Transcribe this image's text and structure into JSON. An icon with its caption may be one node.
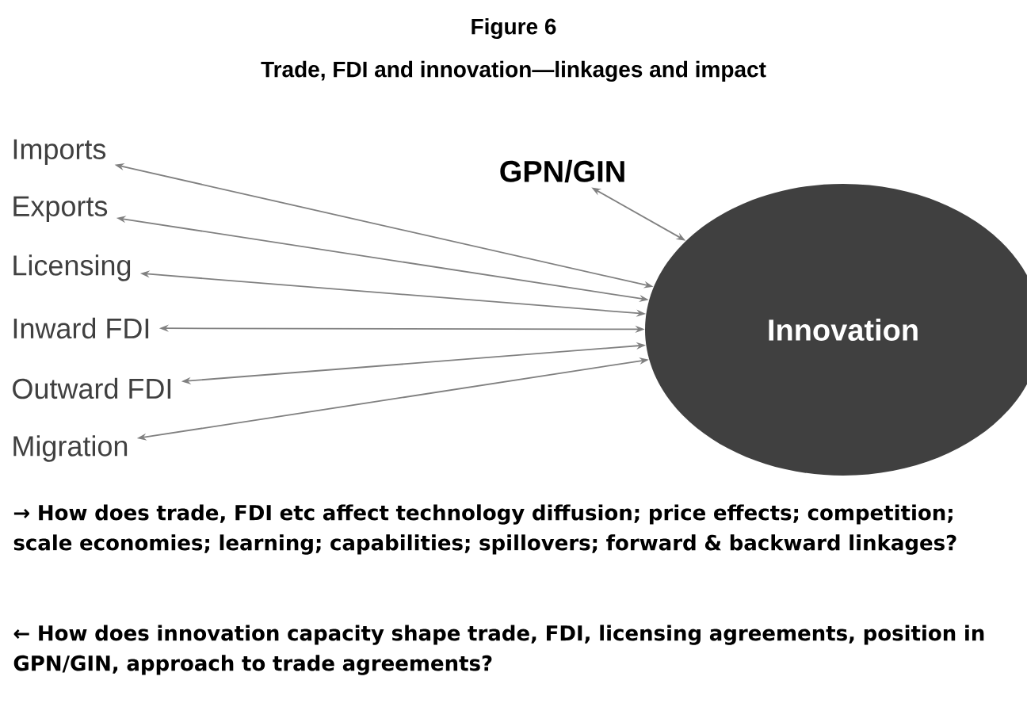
{
  "diagram": {
    "title": "Figure 6",
    "caption": "Trade, FDI and innovation—linkages and impact",
    "nodes": [
      {
        "text": [
          "Imports"
        ]
      },
      {
        "text": [
          "Exports"
        ]
      },
      {
        "text": [
          "Licensing"
        ]
      },
      {
        "text": [
          "Inward FDI"
        ]
      },
      {
        "text": [
          "Outward FDI"
        ]
      },
      {
        "text": [
          "Migration"
        ]
      },
      {
        "text": [
          "GPN/GIN"
        ]
      },
      {
        "text": [
          "Innovation"
        ]
      }
    ],
    "edges": [
      {
        "from": 0,
        "to": 7,
        "arrow": "both"
      },
      {
        "from": 1,
        "to": 7,
        "arrow": "both"
      },
      {
        "from": 2,
        "to": 7,
        "arrow": "both"
      },
      {
        "from": 3,
        "to": 7,
        "arrow": "both"
      },
      {
        "from": 4,
        "to": 7,
        "arrow": "both"
      },
      {
        "from": 5,
        "to": 7,
        "arrow": "both"
      },
      {
        "from": 6,
        "to": 7,
        "arrow": "both"
      }
    ],
    "labels": [
      "→ How does trade, FDI etc affect technology diffusion; price effects; competition; scale economies; learning; capabilities; spillovers; forward & backward linkages?",
      "← How does innovation capacity shape trade, FDI, licensing agreements, position in GPN/GIN, approach to trade agreements?"
    ]
  }
}
